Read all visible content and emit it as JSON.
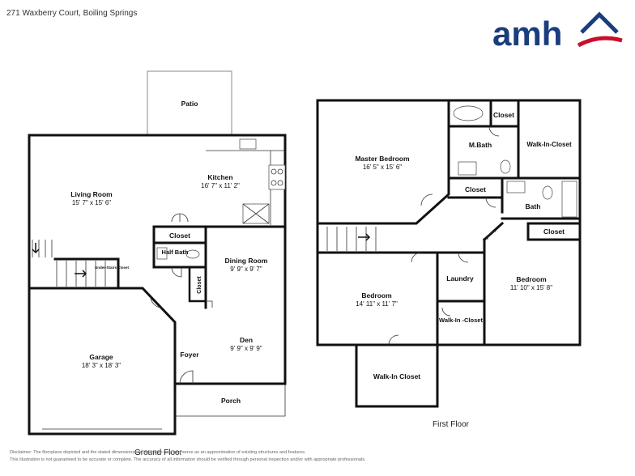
{
  "address": "271 Waxberry Court, Boiling Springs",
  "brand": {
    "name": "amh",
    "color": "#1a3d7c",
    "accent": "#c8102e"
  },
  "floors": [
    {
      "label": "Ground Floor"
    },
    {
      "label": "First Floor"
    }
  ],
  "rooms": {
    "patio": {
      "name": "Patio"
    },
    "kitchen": {
      "name": "Kitchen",
      "size": "16' 7\" x 11' 2\""
    },
    "living_room": {
      "name": "Living Room",
      "size": "15' 7\" x 15' 6\""
    },
    "closet_ground": {
      "name": "Closet"
    },
    "half_bath": {
      "name": "Half Bath"
    },
    "dining_room": {
      "name": "Dining Room",
      "size": "9' 9\" x 9' 7\""
    },
    "under_stairs": {
      "name": "Under-Stairs Closet"
    },
    "closet_vertical": {
      "name": "Closet"
    },
    "garage": {
      "name": "Garage",
      "size": "18' 3\" x 18' 3\""
    },
    "den": {
      "name": "Den",
      "size": "9' 9\" x 9' 9\""
    },
    "foyer": {
      "name": "Foyer"
    },
    "porch": {
      "name": "Porch"
    },
    "master_bedroom": {
      "name": "Master Bedroom",
      "size": "16' 5\" x 15' 6\""
    },
    "closet_master": {
      "name": "Closet"
    },
    "walk_in_master": {
      "name": "Walk-In-Closet"
    },
    "mbath": {
      "name": "M.Bath"
    },
    "closet_hall": {
      "name": "Closet"
    },
    "bath": {
      "name": "Bath"
    },
    "closet_bedroom": {
      "name": "Closet"
    },
    "bedroom_right": {
      "name": "Bedroom",
      "size": "11' 10\" x 15' 8\""
    },
    "laundry": {
      "name": "Laundry"
    },
    "bedroom_left": {
      "name": "Bedroom",
      "size": "14' 11\" x 11' 7\""
    },
    "walk_in_small": {
      "name": "Walk-In -Closet"
    },
    "walk_in_bottom": {
      "name": "Walk-In Closet"
    }
  },
  "disclaimer": {
    "line1": "Disclaimer: The floorplans depicted and the stated dimensions are indicative only and serve as an approximation of existing structures and features.",
    "line2": "This illustration is not guaranteed to be accurate or complete. The accuracy of all information should be verified through personal inspection and/or with appropriate professionals."
  }
}
